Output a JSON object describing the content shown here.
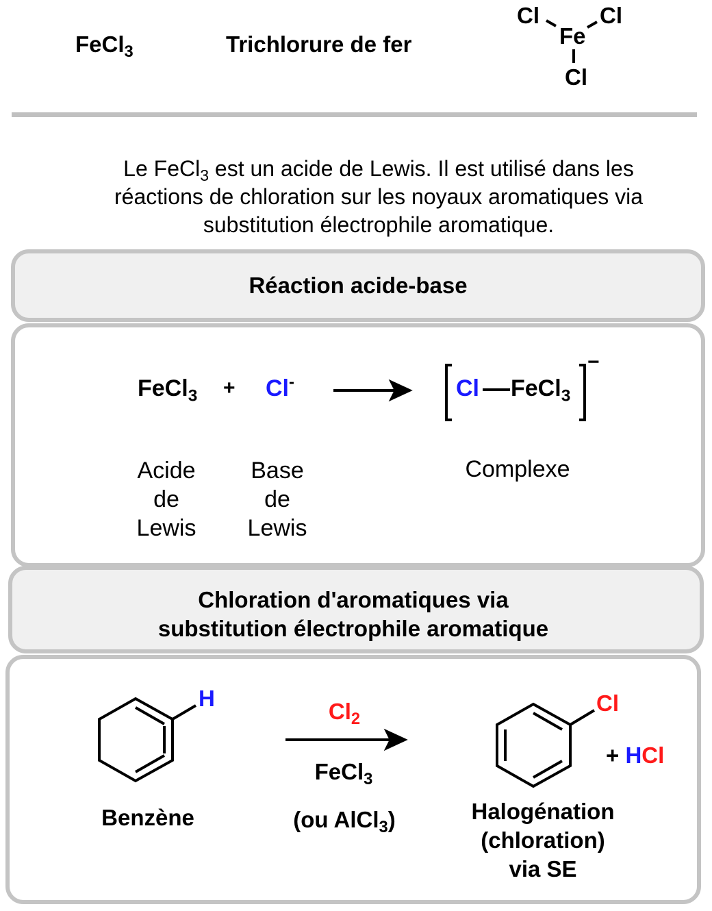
{
  "header": {
    "formula": "FeCl",
    "formula_sub": "3",
    "name": "Trichlorure de fer",
    "structure": {
      "center": "Fe",
      "ligand": "Cl"
    }
  },
  "description": {
    "line1_a": "Le FeCl",
    "line1_sub": "3",
    "line1_b": " est un acide de Lewis. Il est utilisé dans les",
    "line2": "réactions de chloration sur les noyaux aromatiques via",
    "line3": "substitution électrophile aromatique."
  },
  "section1": {
    "title": "Réaction acide-base",
    "acid": "FeCl",
    "acid_sub": "3",
    "plus": "+",
    "base": "Cl",
    "base_charge": "-",
    "complex_cl": "Cl",
    "complex_rest": "FeCl",
    "complex_sub": "3",
    "complex_charge": "−",
    "acid_label": [
      "Acide",
      "de",
      "Lewis"
    ],
    "base_label": [
      "Base",
      "de",
      "Lewis"
    ],
    "complex_label": "Complexe"
  },
  "section2": {
    "title_line1": "Chloration d'aromatiques via",
    "title_line2": "substitution électrophile aromatique",
    "substrate_h": "H",
    "substrate_label": "Benzène",
    "reagent": "Cl",
    "reagent_sub": "2",
    "catalyst": "FeCl",
    "catalyst_sub": "3",
    "alt_catalyst_a": "(ou AlCl",
    "alt_catalyst_sub": "3",
    "alt_catalyst_b": ")",
    "product_cl": "Cl",
    "byproduct_plus": "+ ",
    "byproduct_h": "H",
    "byproduct_cl": "Cl",
    "product_label": [
      "Halogénation",
      "(chloration)",
      "via SE"
    ]
  },
  "colors": {
    "blue": "#1a1aff",
    "red": "#ff1a1a",
    "border": "#c4c4c4",
    "header_fill": "#f0f0f0"
  }
}
